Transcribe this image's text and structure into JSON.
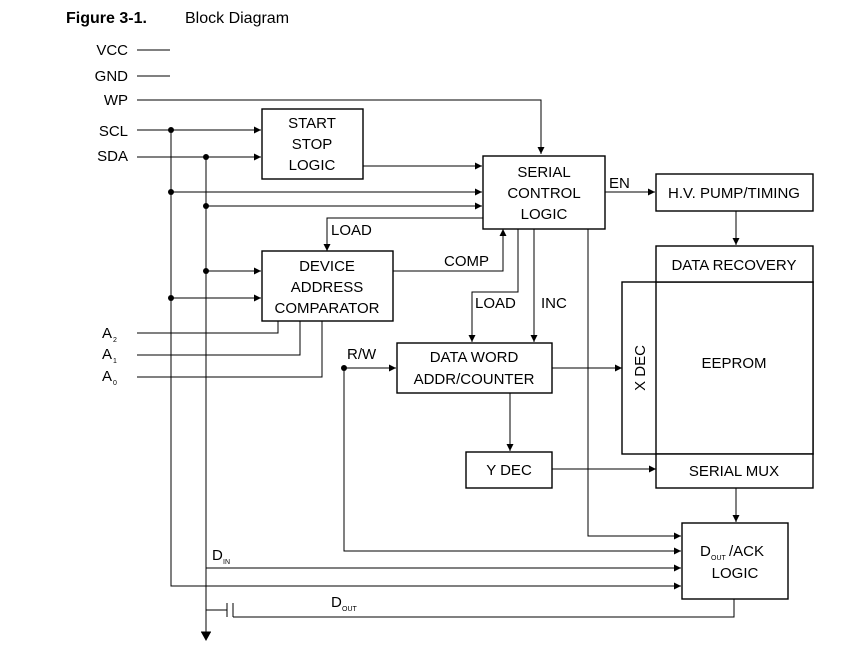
{
  "figure": {
    "label": "Figure 3-1.",
    "title": "Block Diagram"
  },
  "pins": {
    "vcc": "VCC",
    "gnd": "GND",
    "wp": "WP",
    "scl": "SCL",
    "sda": "SDA",
    "a2": "A",
    "a2_sub": "2",
    "a1": "A",
    "a1_sub": "1",
    "a0": "A",
    "a0_sub": "0"
  },
  "blocks": {
    "start_stop": [
      "START",
      "STOP",
      "LOGIC"
    ],
    "serial_control": [
      "SERIAL",
      "CONTROL",
      "LOGIC"
    ],
    "hv_pump": "H.V. PUMP/TIMING",
    "device_address": [
      "DEVICE",
      "ADDRESS",
      "COMPARATOR"
    ],
    "data_recovery": "DATA RECOVERY",
    "eeprom": "EEPROM",
    "x_dec": "X DEC",
    "data_word": [
      "DATA WORD",
      "ADDR/COUNTER"
    ],
    "y_dec": "Y DEC",
    "serial_mux": "SERIAL MUX",
    "dout_ack": {
      "d": "D",
      "sub": "OUT",
      "rest": "/ACK",
      "line2": "LOGIC"
    }
  },
  "signals": {
    "en": "EN",
    "load_top": "LOAD",
    "comp": "COMP",
    "load_mid": "LOAD",
    "inc": "INC",
    "rw": "R/W",
    "din": "D",
    "din_sub": "IN",
    "dout": "D",
    "dout_sub": "OUT"
  }
}
